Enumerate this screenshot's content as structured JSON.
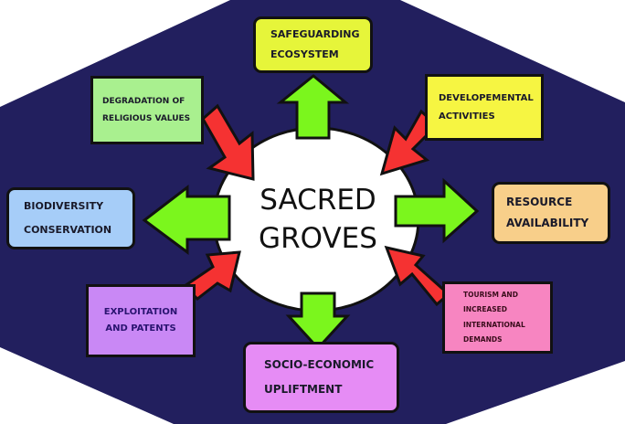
{
  "diagram": {
    "title": "Sacred Groves",
    "center": {
      "lines": [
        "SACRED",
        "GROVES"
      ]
    },
    "colors": {
      "background_hexagon": "#221f5e",
      "center_circle": "#ffffff",
      "positive_arrow": "#7bf61d",
      "negative_arrow": "#f53232",
      "outline": "#111111"
    },
    "outcomes": [
      {
        "id": "safeguarding-ecosystem",
        "lines": [
          "SAFEGUARDING",
          "ECOSYSTEM"
        ],
        "color": "#e6f53a",
        "direction": "up",
        "effect": "positive"
      },
      {
        "id": "resource-availability",
        "lines": [
          "RESOURCE",
          "AVAILABILITY"
        ],
        "color": "#f8cf8a",
        "direction": "right",
        "effect": "positive"
      },
      {
        "id": "socio-economic-upliftment",
        "lines": [
          "SOCIO-ECONOMIC",
          "UPLIFTMENT"
        ],
        "color": "#e68cf5",
        "direction": "down",
        "effect": "positive"
      },
      {
        "id": "biodiversity-conservation",
        "lines": [
          "BIODIVERSITY",
          "CONSERVATION"
        ],
        "color": "#a6cdf8",
        "direction": "left",
        "effect": "positive"
      }
    ],
    "threats": [
      {
        "id": "degradation-of-religious-values",
        "lines": [
          "DEGRADATION OF",
          "RELIGIOUS VALUES"
        ],
        "color": "#a9f08f",
        "position": "top-left",
        "effect": "negative"
      },
      {
        "id": "developmental-activities",
        "lines": [
          "DEVELOPEMENTAL",
          "ACTIVITIES"
        ],
        "color": "#f6f542",
        "position": "top-right",
        "effect": "negative"
      },
      {
        "id": "exploitation-and-patents",
        "lines": [
          "EXPLOITATION",
          "AND PATENTS"
        ],
        "color": "#c988f5",
        "position": "bottom-left",
        "effect": "negative"
      },
      {
        "id": "tourism-and-demands",
        "lines": [
          "TOURISM AND",
          "INCREASED",
          "INTERNATIONAL",
          "DEMANDS"
        ],
        "color": "#f785c1",
        "position": "bottom-right",
        "effect": "negative"
      }
    ]
  }
}
